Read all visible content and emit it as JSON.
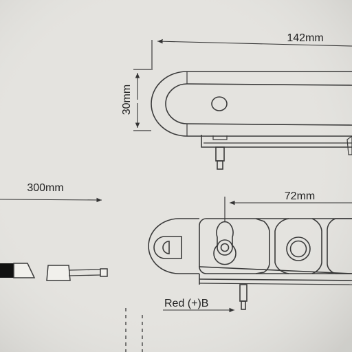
{
  "dimensions": {
    "length": "142mm",
    "height": "30mm",
    "cable": "300mm",
    "hole_spacing": "72mm"
  },
  "wire_label": "Red (+)B"
}
